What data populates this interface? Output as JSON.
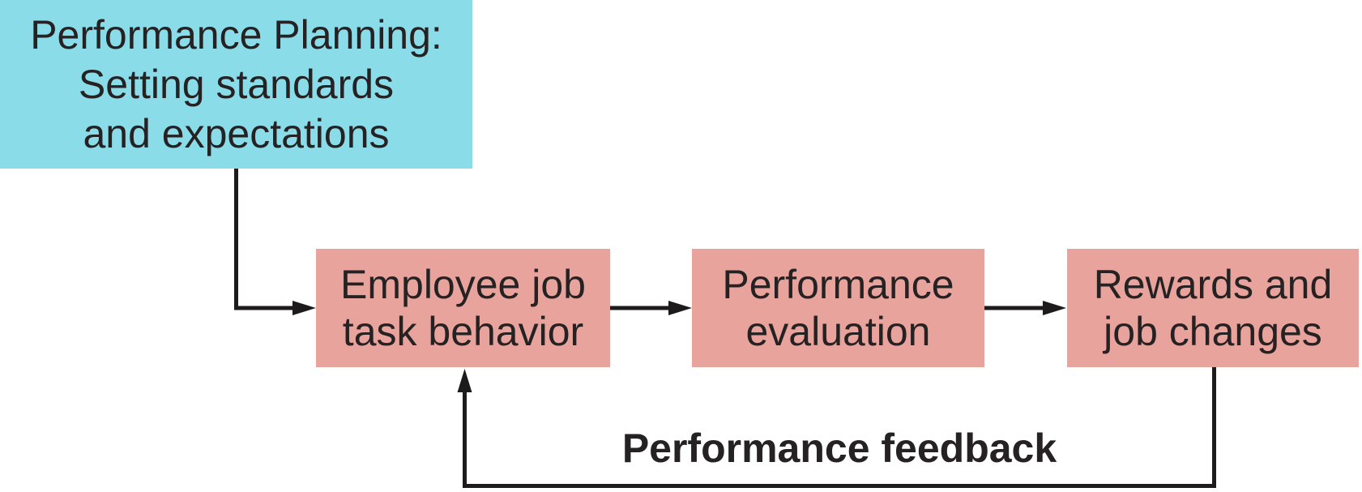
{
  "diagram": {
    "description": "Performance planning and appraisal cycle flowchart"
  },
  "colors": {
    "planning_box_bg": "#8ADCE8",
    "process_box_bg": "#E8A49C",
    "text": "#262223",
    "line": "#1E1B1C"
  },
  "nodes": {
    "planning": {
      "label": "Performance Planning:\nSetting standards\nand expectations"
    },
    "behavior": {
      "label": "Employee job\ntask behavior"
    },
    "evaluation": {
      "label": "Performance\nevaluation"
    },
    "rewards": {
      "label": "Rewards and\njob changes"
    }
  },
  "edges": {
    "feedback_label": "Performance feedback"
  }
}
